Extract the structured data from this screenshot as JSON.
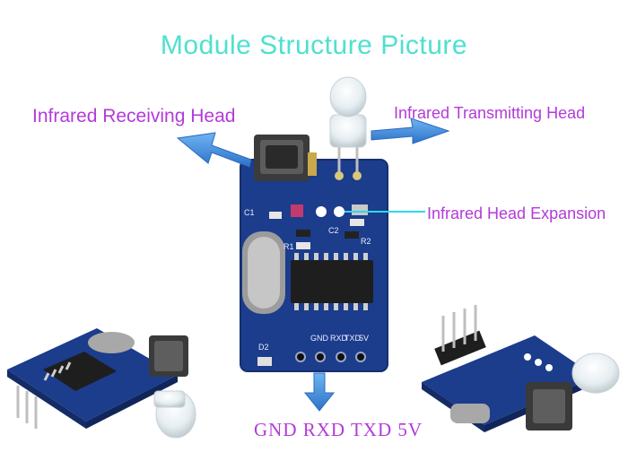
{
  "title": "Module Structure Picture",
  "labels": {
    "receiving_head": "Infrared Receiving Head",
    "transmitting_head": "Infrared Transmitting Head",
    "head_expansion": "Infrared Head Expansion",
    "pins": "GND RXD TXD 5V"
  },
  "board_silkscreen": {
    "c1": "C1",
    "r1": "R1",
    "c2": "C2",
    "r2": "R2",
    "d2": "D2",
    "rxd": "RXD",
    "txd": "TXD",
    "gnd": "GND",
    "v5": "5V"
  },
  "colors": {
    "title": "#4fe0cf",
    "label": "#b33ad9",
    "arrow": "#3f8fe0",
    "pcb": "#1c3c8c",
    "leader_line": "#2ed9ea"
  }
}
